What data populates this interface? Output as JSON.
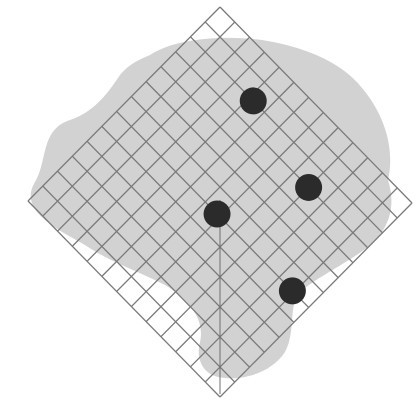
{
  "diagram": {
    "grid_cells_per_side": 13,
    "colors": {
      "background": "#ffffff",
      "grey_blob": "#d2d2d2",
      "grid_line": "#7a7a7a",
      "dot": "#2b2b2b",
      "center_line": "#6f6f6f"
    },
    "dots_grid_cells": [
      {
        "u": 9.0,
        "v": 3.0
      },
      {
        "u": 4.25,
        "v": 2.0
      },
      {
        "u": 11.9,
        "v": 7.0
      },
      {
        "u": 6.8,
        "v": 7.0
      }
    ],
    "center_vertical_line": true
  }
}
